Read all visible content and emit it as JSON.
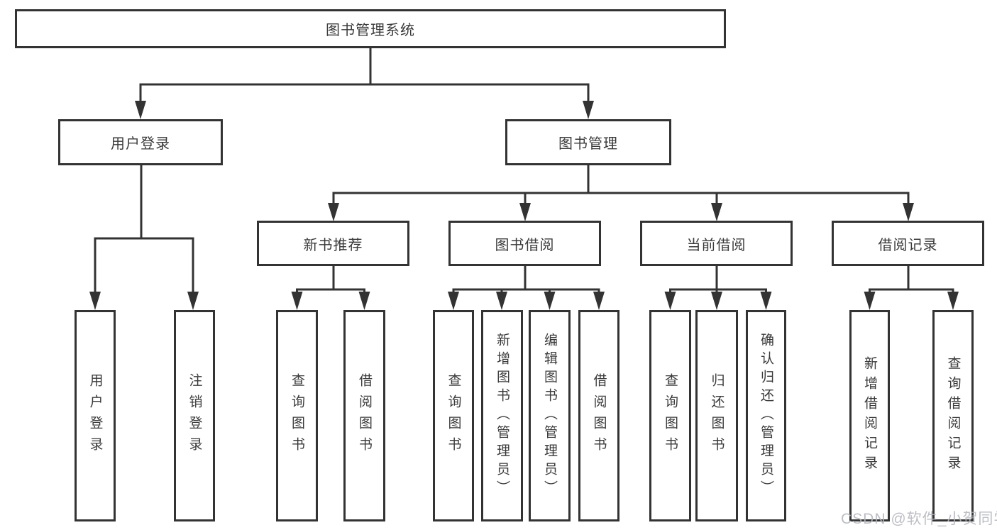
{
  "colors": {
    "line": "#333333",
    "box_border": "#333333",
    "text": "#3a3a3a",
    "background": "#ffffff",
    "watermark": "#b3b6bd"
  },
  "watermark": {
    "text": "CSDN @软件_小贺同学"
  },
  "diagram": {
    "type": "tree",
    "root": {
      "label": "图书管理系统"
    },
    "children": [
      {
        "label": "用户登录",
        "children": [
          {
            "label": "用户登录"
          },
          {
            "label": "注销登录"
          }
        ]
      },
      {
        "label": "图书管理",
        "children": [
          {
            "label": "新书推荐",
            "children": [
              {
                "label": "查询图书"
              },
              {
                "label": "借阅图书"
              }
            ]
          },
          {
            "label": "图书借阅",
            "children": [
              {
                "label": "查询图书"
              },
              {
                "label": "新增图书（管理员）"
              },
              {
                "label": "编辑图书（管理员）"
              },
              {
                "label": "借阅图书"
              }
            ]
          },
          {
            "label": "当前借阅",
            "children": [
              {
                "label": "查询图书"
              },
              {
                "label": "归还图书"
              },
              {
                "label": "确认归还（管理员）"
              }
            ]
          },
          {
            "label": "借阅记录",
            "children": [
              {
                "label": "新增借阅记录"
              },
              {
                "label": "查询借阅记录"
              }
            ]
          }
        ]
      }
    ]
  }
}
